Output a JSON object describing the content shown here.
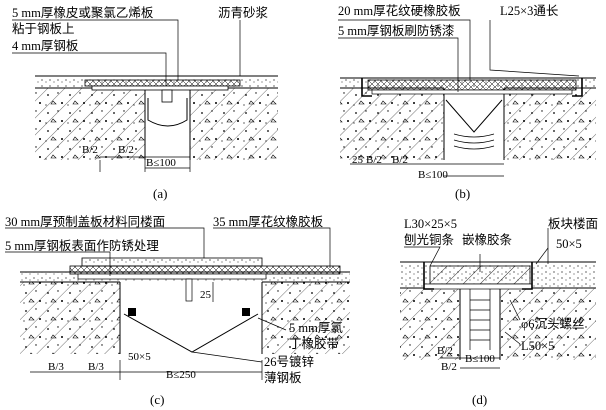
{
  "panel_a": {
    "caption": "(a)",
    "label_rubber": "5 mm厚橡皮或聚氯乙烯板",
    "label_glue": "粘于钢板上",
    "label_plate": "4 mm厚钢板",
    "label_mortar": "沥青砂浆",
    "dim_half_left": "B/2",
    "dim_half_right": "B/2",
    "dim_width": "B≤100"
  },
  "panel_b": {
    "caption": "(b)",
    "label_rubber": "20 mm厚花纹硬橡胶板",
    "label_angle": "L25×3通长",
    "label_plate": "5 mm厚钢板刷防锈漆",
    "dim_25": "25",
    "dim_half_left": "B/2",
    "dim_half_right": "B/2",
    "dim_width": "B≤100"
  },
  "panel_c": {
    "caption": "(c)",
    "label_cover": "30 mm厚预制盖板材料同楼面",
    "label_rubber": "35 mm厚花纹橡胶板",
    "label_plate": "5 mm厚钢板表面作防锈处理",
    "label_pvc": "5 mm厚氯",
    "label_pvc2": "丁橡胶带",
    "label_steel": "26号镀锌",
    "label_steel2": "薄钢板",
    "dim_25": "25",
    "dim_50": "50×5",
    "dim_third_left": "B/3",
    "dim_third_right": "B/3",
    "dim_width": "B≤250"
  },
  "panel_d": {
    "caption": "(d)",
    "label_angle": "L30×25×5",
    "label_copper": "刨光铜条",
    "label_strip": "嵌橡胶条",
    "label_floor": "板块楼面",
    "label_50": "50×5",
    "label_screw": "φ6沉头螺丝",
    "label_l50": "L50×5",
    "dim_half_left": "B/2",
    "dim_half_right": "B/2",
    "dim_width": "B≤100"
  }
}
